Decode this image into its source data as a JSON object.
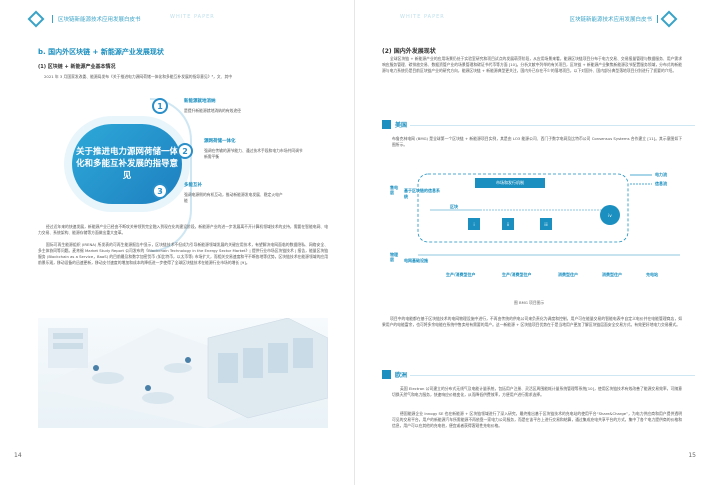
{
  "header": {
    "doc_title": "区块链新能源技术应用发展白皮书",
    "ghost_text": "WHITE PAPER",
    "left_page": "14",
    "right_page": "15"
  },
  "left": {
    "section_title": "b. 国内外区块链 + 新能源产业发展现状",
    "sub1": "(1) 区块链 + 新能源产业基本情况",
    "intro": "2021 年 3 月国家发改委、能源局发布《关于推进电力源网荷储一体化和多能互补发展的指导意见》⁸，文、其中",
    "callout": "关于推进电力源网荷储一体化和多能互补发展的指导意见",
    "items": [
      {
        "num": "1",
        "title": "新能源就地消纳",
        "desc": "是提升新能源就地消纳的有效途径"
      },
      {
        "num": "2",
        "title": "源网荷储一体化",
        "desc": "强调在传输的源节能力、通过技术手段和电力市场共同调节新需平衡"
      },
      {
        "num": "3",
        "title": "多能互补",
        "desc": "强调电源侧的有机互动，推动新能源发电发展、稳定火电产能"
      }
    ],
    "para1": "经过近年来的快速发展，新能源产业已经由不断攻关带领到完全融入到现在化的建设阶段，新能源产业的进一步发展离不开计算机领域技术的支持，需要在智能电网、电力交易、系统架构、能源存储等方面做出重大变革。",
    "para2": "国际可再生能源组织 (IRENA) 所发表的可再生能源报告中显示，区块链技术不但成为引导新能源领域发展的关键应用技术，有望解决电网面临的数据隐私、网络安全、多主体协同等问题。麦肯锡 Market Study Report 公司发布的《Blockchain Technology in the Energy Sector Market》| 提供行业市场区块链技术 | 报告，能量区块链服务 (Blockchain as a Service，BaaS) 的目前最及和数字加密货币 (如比特币，以太币等) 市场扩大，而相关交易速度和平不断各地等优势。区块链技术在能源领域的应用前景乐观，移动设备的迅速更新，移动支付速度的增加和成本的降低进一步使得了全球区块链技术在能源行业市场的增长 [9]。",
    "page": "14"
  },
  "right": {
    "sub2": "(2) 国内外发展现状",
    "para_intro": "全球区块链 + 新能源产业的应用场景仍处于实验室研究和项目试点的发展萌芽阶段，从应用场景来看，能源区块链项目分布于电力交易、交易报量管理与数据服务、用户需求响应服务管理、碳排放交易、数据资管产业的场景管理和碳证书代币等方面 [10]。分析文献中列举的有关项目，区块链 + 新能源产业聚焦新能源及节配置服务领域，分布式的新能源与电力系统仍是目前区块链产业的研究方向，能源区块链 + 新能源典型更关注，国内外已存在不少的落地项目，以下对国外、国内部分典型落地项目分别进行了扼要的介绍。",
    "us_label": "美国",
    "us_para": "布鲁克林电网 (BMG) 是全球第一个区块链 + 新能源项目实例，其是由 LO3 能源公司、西门子数字电网及比特币公司 Consensus Systems 合作建立 [11]。其示意图如下图所示。",
    "diagram": {
      "side_top": "售电层",
      "side_bottom": "物理层",
      "basic_layer": "基于区块链的信息系统",
      "market": "市场和发行机制",
      "blockchain": "区块",
      "grid": "电网基础设施",
      "prosumer": "生产/消费型住户",
      "consumer": "消费型住户",
      "power": "电力流",
      "info": "信息流",
      "ev": "充电站",
      "nodes": [
        "i",
        "ii",
        "iii",
        "iv"
      ]
    },
    "caption": "图 BMG 项目图示",
    "para_bmg": "项目中的电能都在基于区块链技术的电网物理设施中进行，不再由传统的供电公司来负责化为调度和控制，用户可在能量交易的智能电表中自定义电价并在电能管理商店，如果用户的电能富余，也可将多余电能在系统中售卖给有需要的用户。这一新能源 + 区块链项目优势在于是当地用户更加了解区块链层面安全交易方式。有效更好地电力交易模式。",
    "de_label": "欧洲",
    "de_para1": "英国 Electron 公司建立的分布式无线气及电能计量系统，包括用户注册、灵活区周围能耗计量系统管理等系统[10]，使用区块链技术有效改善了能源交易效率，可随意切换天然气和电力服务，快速响应价格变化，从而降低供费效率，方便用户进行需求选择。",
    "de_para2": "德国能源企业 Innogy SE 也在新能源 + 区块链领域进行了深入研究，最终推出基于区块链技术的充电站的使用平台“Share&Charge”，为电力供应商和用户提供透明可见的交易平台。用户的新能源汽车所需能源不再依靠一家电力公司服务，而是在该平台上进行交易和结算，通过集成充电共享平台的方式，集中了各个电力提供商的价格和信息，用户可以在其他的充电桩，便宜或者获得客观性充电价格。",
    "page": "15"
  }
}
